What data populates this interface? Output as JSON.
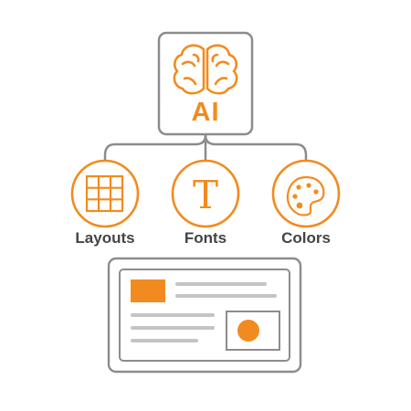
{
  "ai_node": {
    "label": "AI",
    "icon": "brain-icon"
  },
  "features": [
    {
      "label": "Layouts",
      "icon": "grid-icon"
    },
    {
      "label": "Fonts",
      "icon": "type-icon"
    },
    {
      "label": "Colors",
      "icon": "palette-icon"
    }
  ],
  "result": {
    "icon": "webpage-mockup-icon"
  },
  "colors": {
    "accent": "#f28b1f",
    "outline": "#8c8c8c",
    "text": "#444444",
    "placeholder": "#c4c4c4"
  }
}
